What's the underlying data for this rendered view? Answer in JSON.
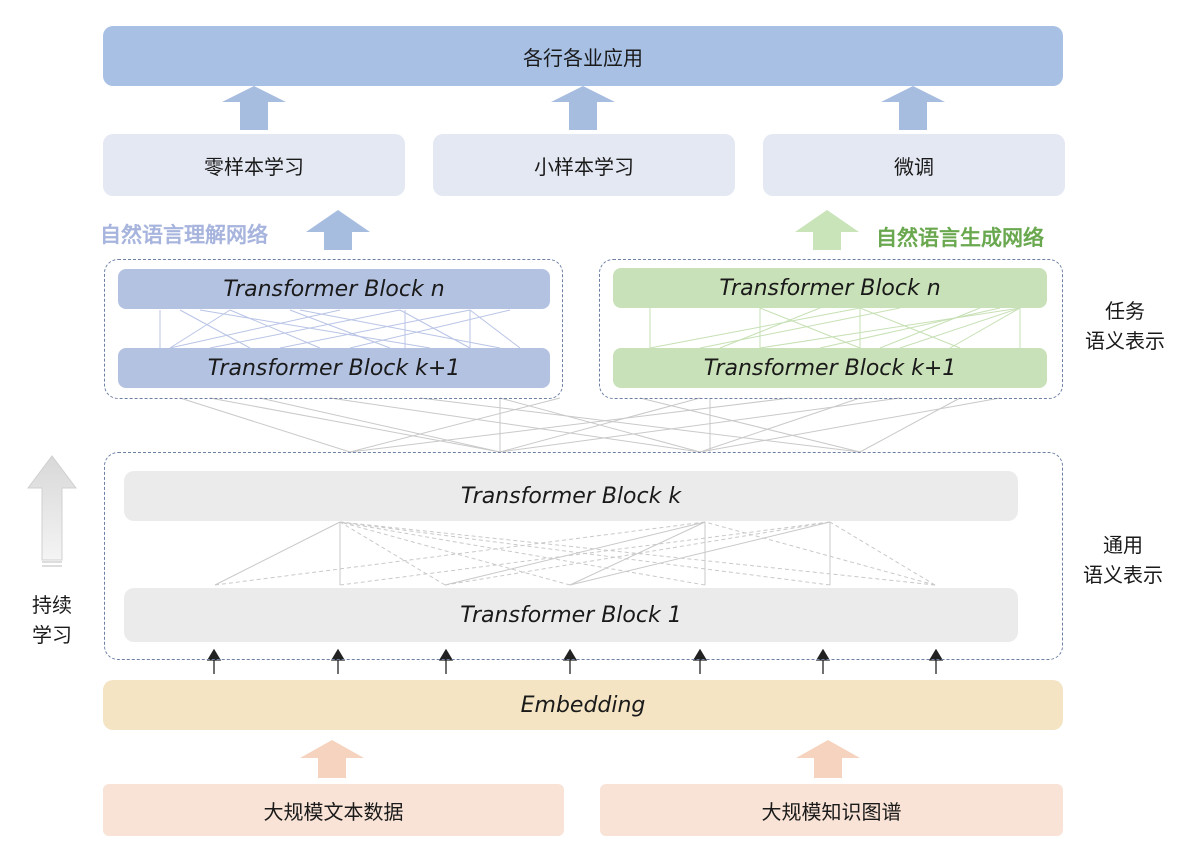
{
  "top": {
    "label": "各行各业应用"
  },
  "methods": [
    {
      "label": "零样本学习"
    },
    {
      "label": "小样本学习"
    },
    {
      "label": "微调"
    }
  ],
  "networks": {
    "understanding": {
      "label": "自然语言理解网络",
      "color": "#a7b4dd"
    },
    "generation": {
      "label": "自然语言生成网络",
      "color": "#6aa84f"
    }
  },
  "task_blocks": {
    "left": {
      "top": "Transformer Block n",
      "bottom": "Transformer Block k+1"
    },
    "right": {
      "top": "Transformer Block n",
      "bottom": "Transformer Block k+1"
    }
  },
  "general_blocks": {
    "top": "Transformer Block k",
    "bottom": "Transformer Block 1"
  },
  "embedding": {
    "label": "Embedding"
  },
  "data_sources": [
    {
      "label": "大规模文本数据"
    },
    {
      "label": "大规模知识图谱"
    }
  ],
  "side_labels": {
    "task": {
      "line1": "任务",
      "line2": "语义表示"
    },
    "general": {
      "line1": "通用",
      "line2": "语义表示"
    },
    "continual": {
      "line1": "持续",
      "line2": "学习"
    }
  },
  "colors": {
    "top_bar": "#a7c0e4",
    "method_box": "#e4e8f2",
    "blue_block": "#b4c2e2",
    "green_block": "#c9e1b8",
    "gray_block": "#ebebeb",
    "embedding": "#f4e4c4",
    "data_box": "#f8e3d6",
    "arrow_blue": "#a7bde0",
    "arrow_green": "#c9e4b8",
    "arrow_peach": "#f5d3be"
  }
}
